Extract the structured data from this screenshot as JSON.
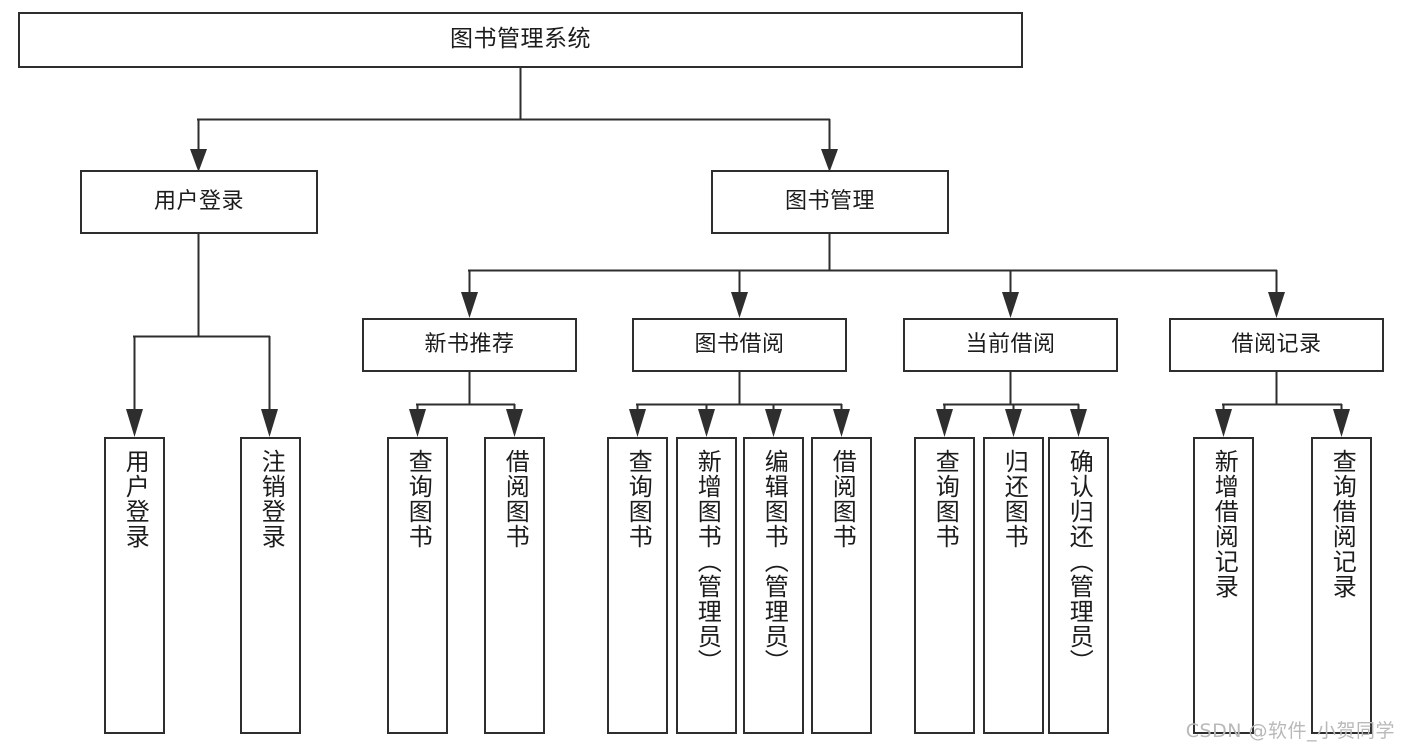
{
  "diagram": {
    "title": "图书管理系统",
    "type": "tree",
    "watermark": "CSDN @软件_小贺同学",
    "colors": {
      "stroke": "#2e2e2e",
      "box_fill": "#ffffff",
      "text": "#1c1c1c",
      "watermark": "#b9b9b9",
      "background": "#ffffff"
    },
    "levels": {
      "root": "图书管理系统",
      "level2": [
        "用户登录",
        "图书管理"
      ],
      "level3": [
        "新书推荐",
        "图书借阅",
        "当前借阅",
        "借阅记录"
      ]
    },
    "nodes": {
      "root": {
        "label": "图书管理系统"
      },
      "user_login": {
        "label": "用户登录"
      },
      "book_manage": {
        "label": "图书管理"
      },
      "new_book_rec": {
        "label": "新书推荐"
      },
      "book_borrow": {
        "label": "图书借阅"
      },
      "current_borrow": {
        "label": "当前借阅"
      },
      "borrow_record": {
        "label": "借阅记录"
      },
      "leaf_1": {
        "label": "用户登录"
      },
      "leaf_2": {
        "label": "注销登录"
      },
      "leaf_3": {
        "label": "查询图书"
      },
      "leaf_4": {
        "label": "借阅图书"
      },
      "leaf_5": {
        "label": "查询图书"
      },
      "leaf_6": {
        "label": "新增图书（管理员）"
      },
      "leaf_7": {
        "label": "编辑图书（管理员）"
      },
      "leaf_8": {
        "label": "借阅图书"
      },
      "leaf_9": {
        "label": "查询图书"
      },
      "leaf_10": {
        "label": "归还图书"
      },
      "leaf_11": {
        "label": "确认归还（管理员）"
      },
      "leaf_12": {
        "label": "新增借阅记录"
      },
      "leaf_13": {
        "label": "查询借阅记录"
      }
    },
    "edges": [
      {
        "from": "root",
        "to": "user_login"
      },
      {
        "from": "root",
        "to": "book_manage"
      },
      {
        "from": "user_login",
        "to": "leaf_1"
      },
      {
        "from": "user_login",
        "to": "leaf_2"
      },
      {
        "from": "book_manage",
        "to": "new_book_rec"
      },
      {
        "from": "book_manage",
        "to": "book_borrow"
      },
      {
        "from": "book_manage",
        "to": "current_borrow"
      },
      {
        "from": "book_manage",
        "to": "borrow_record"
      },
      {
        "from": "new_book_rec",
        "to": "leaf_3"
      },
      {
        "from": "new_book_rec",
        "to": "leaf_4"
      },
      {
        "from": "book_borrow",
        "to": "leaf_5"
      },
      {
        "from": "book_borrow",
        "to": "leaf_6"
      },
      {
        "from": "book_borrow",
        "to": "leaf_7"
      },
      {
        "from": "book_borrow",
        "to": "leaf_8"
      },
      {
        "from": "current_borrow",
        "to": "leaf_9"
      },
      {
        "from": "current_borrow",
        "to": "leaf_10"
      },
      {
        "from": "current_borrow",
        "to": "leaf_11"
      },
      {
        "from": "borrow_record",
        "to": "leaf_12"
      },
      {
        "from": "borrow_record",
        "to": "leaf_13"
      }
    ]
  }
}
